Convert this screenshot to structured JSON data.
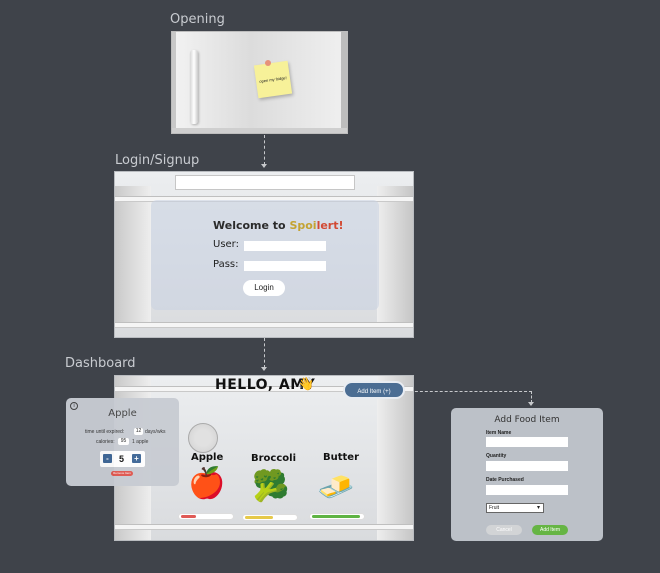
{
  "frames": {
    "opening": "Opening",
    "login": "Login/Signup",
    "dashboard": "Dashboard"
  },
  "opening": {
    "sticky_note": "open my fridge!"
  },
  "login": {
    "title_prefix": "Welcome to ",
    "title_brand_a": "Spoi",
    "title_brand_b": "lert!",
    "user_label": "User:",
    "pass_label": "Pass:",
    "login_button": "Login"
  },
  "dashboard": {
    "greeting": "HELLO, AMY",
    "greeting_icon": "👋",
    "add_item_button": "Add Item (+)",
    "foods": [
      {
        "name": "Apple",
        "icon": "🍎",
        "freshness": 0.3,
        "color": "#e05a55"
      },
      {
        "name": "Broccoli",
        "icon": "🥦",
        "freshness": 0.55,
        "color": "#e6c949"
      },
      {
        "name": "Butter",
        "icon": "🧈",
        "freshness": 0.95,
        "color": "#5fb443"
      }
    ]
  },
  "apple_popup": {
    "title": "Apple",
    "expire_label": "time until expired:",
    "expire_value": "12",
    "expire_unit": "days/wks",
    "calories_label": "calories:",
    "calories_value": "95",
    "calories_unit": "1 apple",
    "quantity": "5",
    "minus": "-",
    "plus": "+",
    "remove_button": "Remove Item"
  },
  "add_food": {
    "title": "Add Food Item",
    "name_label": "Item Name",
    "quantity_label": "Quantity",
    "date_label": "Date Purchased",
    "category_value": "Fruit",
    "cancel_button": "Cancel",
    "submit_button": "Add Item"
  },
  "colors": {
    "accent_blue": "#4b6d93",
    "brand_yellow": "#c4a331",
    "brand_red": "#d24a34",
    "add_green": "#66b544",
    "remove_red": "#e0574f"
  }
}
